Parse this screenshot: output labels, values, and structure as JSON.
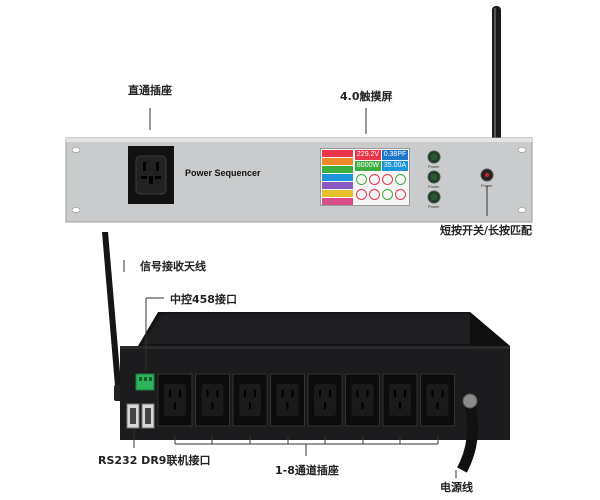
{
  "labels": {
    "direct_socket": "直通插座",
    "touch_screen": "4.0触摸屏",
    "power_button": "短按开关/长按匹配",
    "antenna": "信号接收天线",
    "central_port": "中控458接口",
    "rs232": "RS232 DR9联机接口",
    "sockets_1_8": "1-8通道插座",
    "power_cord": "电源线"
  },
  "front_panel": {
    "brand": "Power Sequencer",
    "voltage": "229.2V",
    "power_factor": "0.38PF",
    "wattage": "8000W",
    "current": "35.00A",
    "button_captions": [
      "Power",
      "Power",
      "Power"
    ],
    "power_caption": "Power"
  },
  "colors": {
    "panel": "#c9cbcc",
    "chassis": "#1b1b1d",
    "voltage_bg": "#e8354a",
    "pf_bg": "#1e76c9",
    "watt_bg": "#3cad3f",
    "current_bg": "#1c95d9",
    "terminal": "#2fb35a"
  }
}
